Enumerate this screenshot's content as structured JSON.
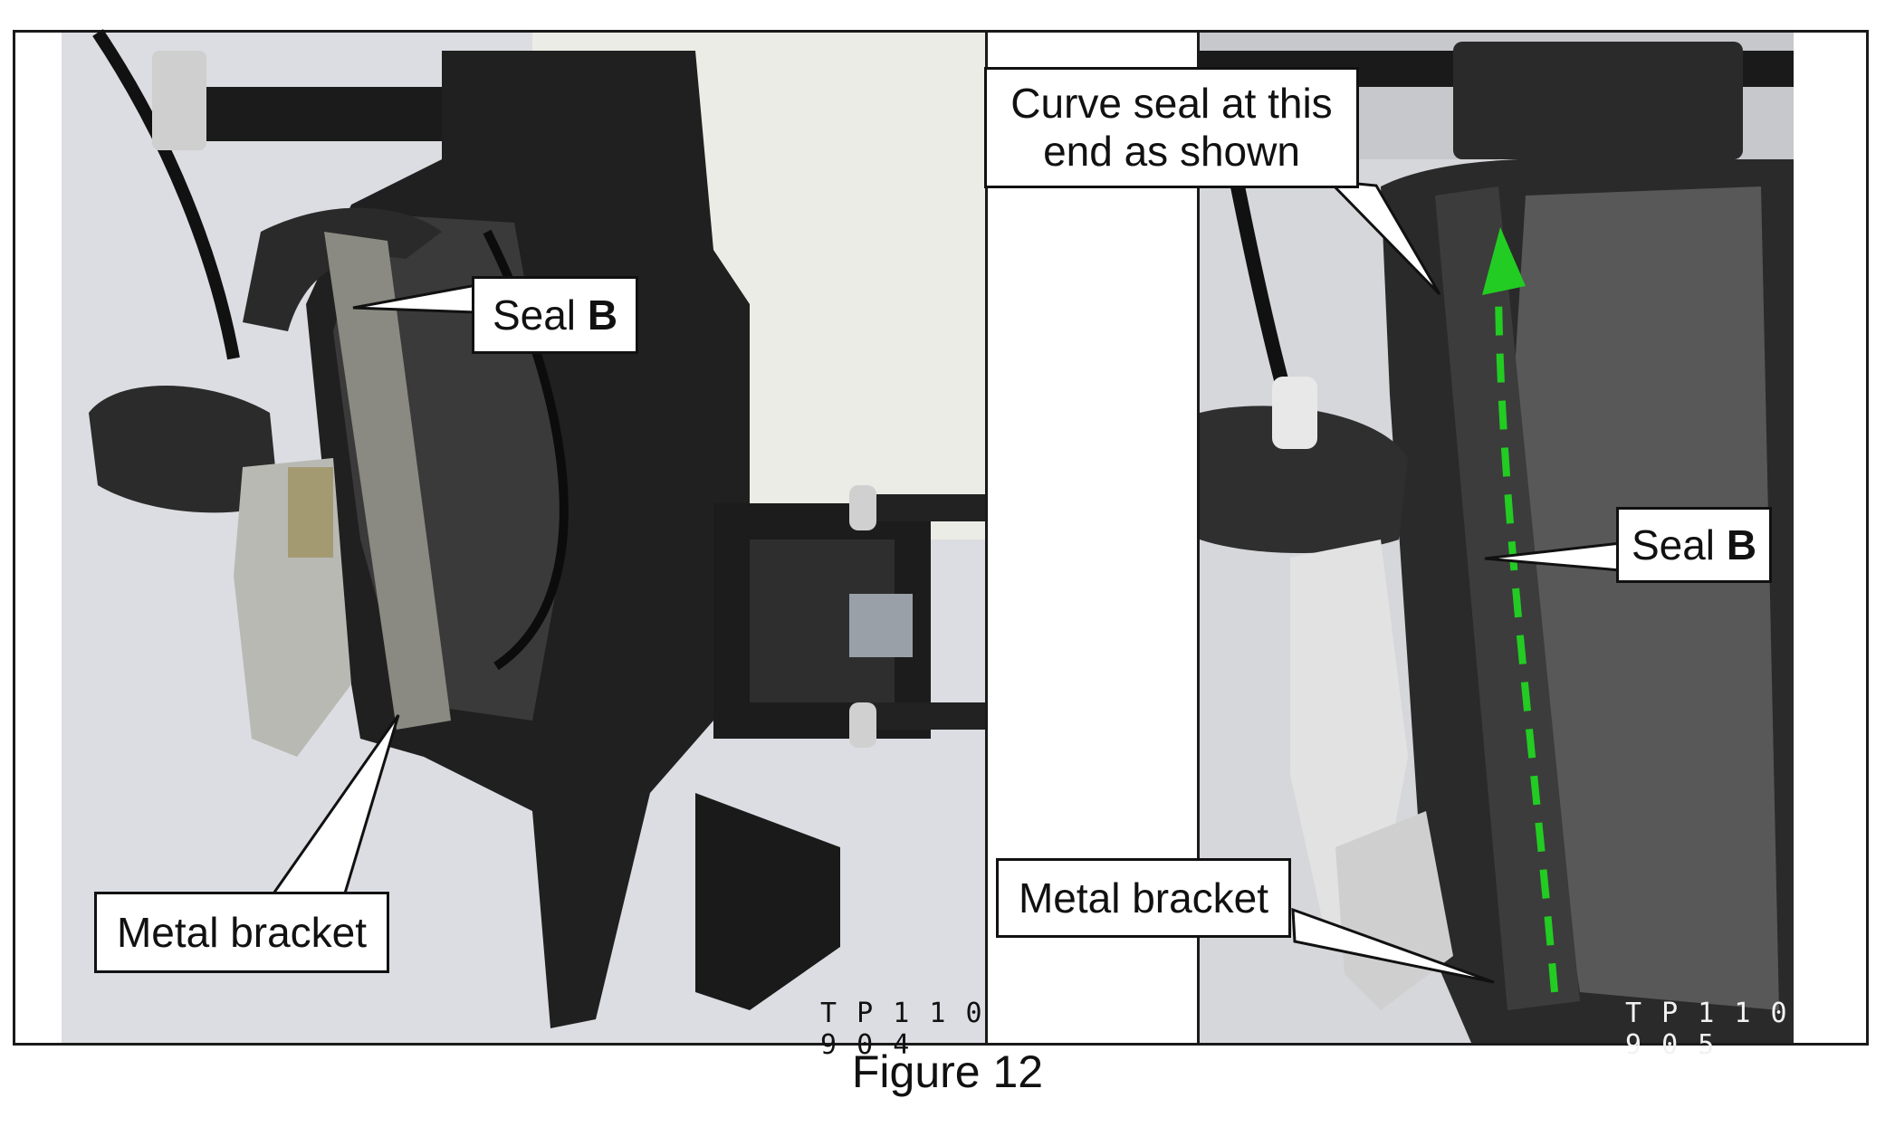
{
  "figure": {
    "caption": "Figure 12",
    "left_photo": {
      "code": "T P 1 1 0 9 0 4",
      "callouts": {
        "seal_b": {
          "text": "Seal ",
          "bold": "B"
        },
        "metal_bracket": {
          "text": "Metal bracket"
        }
      }
    },
    "right_photo": {
      "code": "T P 1 1 0 9 0 5",
      "callouts": {
        "curve_seal": {
          "line1": "Curve seal at this",
          "line2": "end as shown"
        },
        "seal_b": {
          "text": "Seal ",
          "bold": "B"
        },
        "metal_bracket": {
          "text": "Metal bracket"
        }
      },
      "arrow_color": "#22cc22"
    }
  }
}
